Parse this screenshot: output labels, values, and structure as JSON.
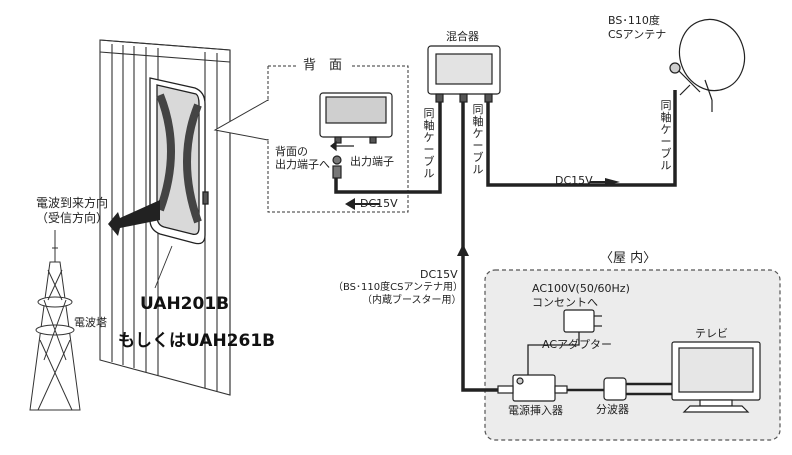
{
  "labels": {
    "mixer": "混合器",
    "bs_antenna_line1": "BS･110度",
    "bs_antenna_line2": "CSアンテナ",
    "rear_title": "背　面",
    "rear_output_line1": "背面の",
    "rear_output_line2": "出力端子へ",
    "output_terminal": "出力端子",
    "coax_left": "同軸ケーブル",
    "coax_middle": "同軸ケーブル",
    "coax_right": "同軸ケーブル",
    "dc15v_left": "DC15V",
    "dc15v_right": "DC15V",
    "wave_dir_line1": "電波到来方向",
    "wave_dir_line2": "（受信方向）",
    "tower": "電波塔",
    "model1": "UAH201B",
    "model2": "もしくはUAH261B",
    "dc15v_up": "DC15V",
    "dc15v_note1": "（BS･110度CSアンテナ用）",
    "dc15v_note2": "（内蔵ブースター用）",
    "indoor": "〈屋 内〉",
    "ac_line1": "AC100V(50/60Hz)",
    "ac_line2": "コンセントへ",
    "ac_adapter": "ACアダプター",
    "tv": "テレビ",
    "power_inserter": "電源挿入器",
    "splitter": "分波器"
  },
  "colors": {
    "line": "#222222",
    "indoor_box": "#ececec"
  }
}
